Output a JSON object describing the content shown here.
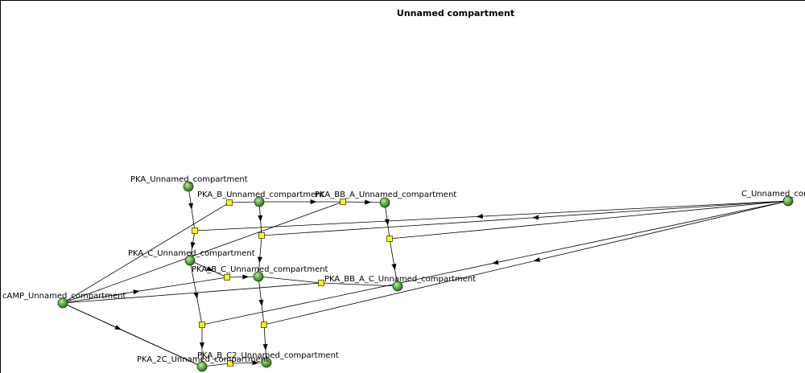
{
  "title": "Unnamed compartment",
  "species": [
    {
      "id": "pka",
      "label": "PKA_Unnamed_compartment"
    },
    {
      "id": "pka_b",
      "label": "PKA_B_Unnamed_compartment"
    },
    {
      "id": "pka_bb_a",
      "label": "PKA_BB_A_Unnamed_compartment"
    },
    {
      "id": "c",
      "label": "C_Unnamed_compartment"
    },
    {
      "id": "pka_c",
      "label": "PKA_C_Unnamed_compartment"
    },
    {
      "id": "pka_b_c",
      "label": "PKA_B_C_Unnamed_compartment"
    },
    {
      "id": "pka_bb_a_c",
      "label": "PKA_BB_A_C_Unnamed_compartment"
    },
    {
      "id": "camp",
      "label": "cAMP_Unnamed_compartment"
    },
    {
      "id": "pka_2c",
      "label": "PKA_2C_Unnamed_compartment"
    },
    {
      "id": "pka_b_c2",
      "label": "PKA_B_C2_Unnamed_compartment"
    }
  ],
  "colors": {
    "node": "#4f9a3a",
    "node_highlight": "#bfe5a8",
    "reaction": "#ffff00",
    "edge": "#000000"
  }
}
